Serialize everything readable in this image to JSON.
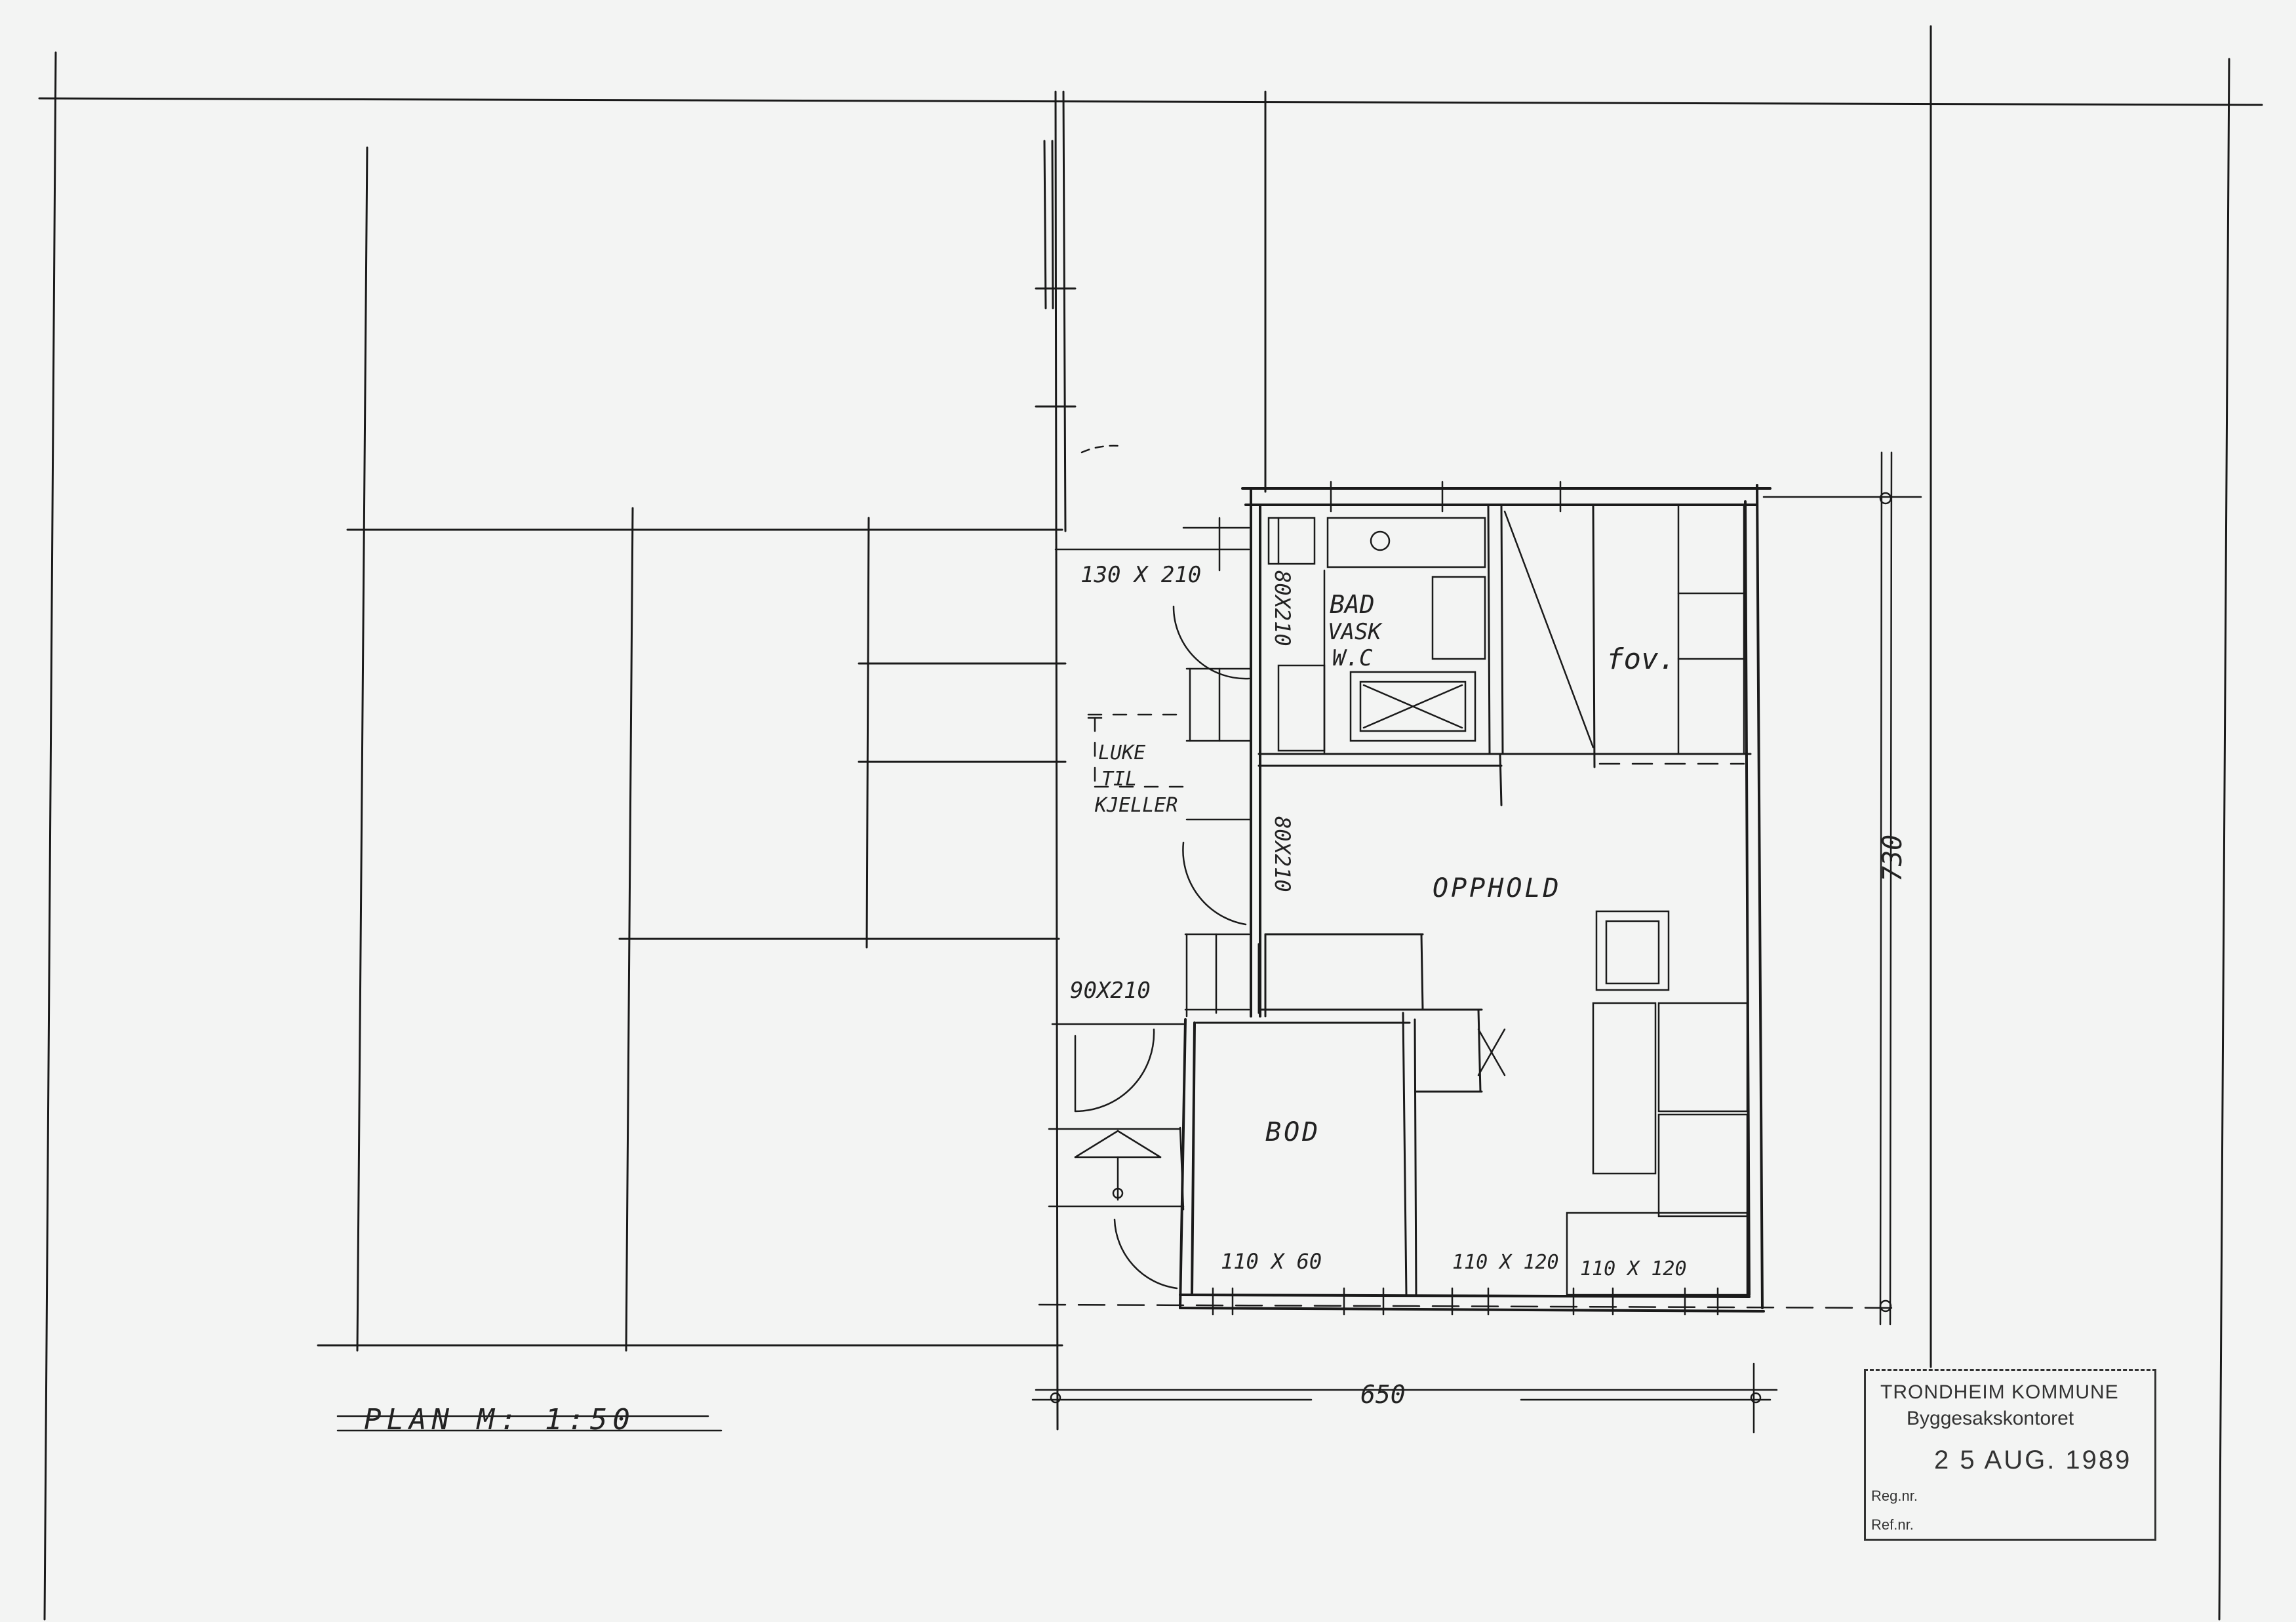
{
  "drawing": {
    "title": "PLAN  M: 1:50",
    "rooms": {
      "bath_1": "BAD",
      "bath_2": "VASK",
      "bath_3": "W.C",
      "bedroom": "fov.",
      "living": "OPPHOLD",
      "storage": "BOD"
    },
    "notes": {
      "hatch_1": "LUKE",
      "hatch_2": "TIL",
      "hatch_3": "KJELLER"
    },
    "door_sizes": {
      "entry_top": "130 X 210",
      "bath_door": "80X210",
      "hall_door": "80X210",
      "entry_bottom": "90X210"
    },
    "window_sizes": {
      "bod": "110 X 60",
      "opphold_1": "110 X 120",
      "opphold_2": "110 X 120"
    },
    "dimensions": {
      "width": "650",
      "depth": "730"
    }
  },
  "stamp": {
    "authority": "TRONDHEIM KOMMUNE",
    "office": "Byggesakskontoret",
    "date": "2 5 AUG. 1989",
    "reg_label": "Reg.nr.",
    "ref_label": "Ref.nr."
  }
}
